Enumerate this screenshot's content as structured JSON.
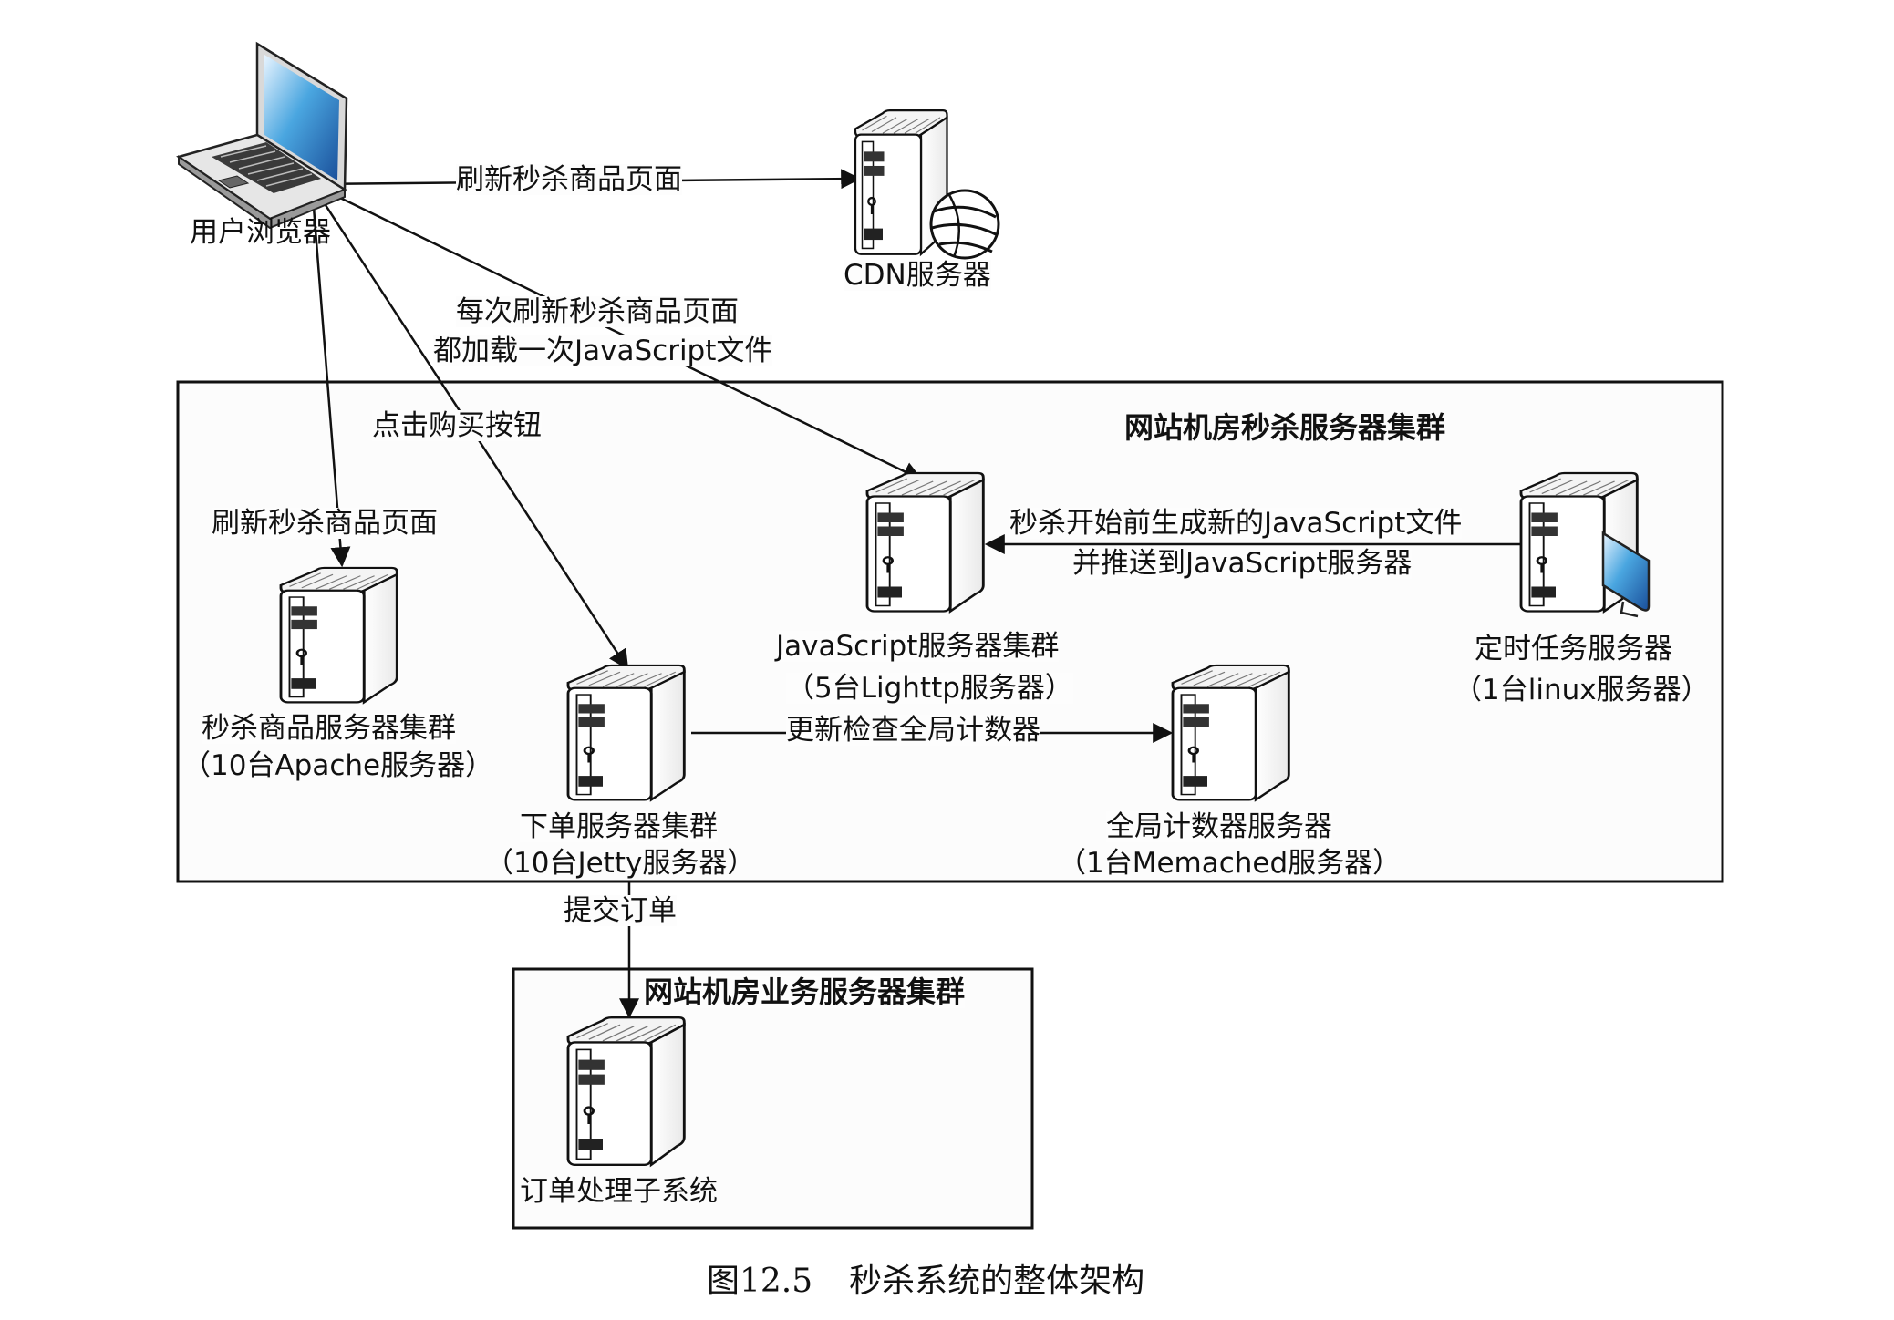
{
  "nodes": {
    "browser": {
      "label": "用户浏览器",
      "icon": "laptop-icon"
    },
    "cdn": {
      "label": "CDN服务器",
      "icon": "server-globe-icon"
    },
    "js_cluster": {
      "label": "JavaScript服务器集群",
      "sublabel": "（5台Lighttp服务器）",
      "icon": "server-icon"
    },
    "timer_server": {
      "label": "定时任务服务器",
      "sublabel": "（1台linux服务器）",
      "icon": "server-monitor-icon"
    },
    "apache_cluster": {
      "label": "秒杀商品服务器集群",
      "sublabel": "（10台Apache服务器）",
      "icon": "server-icon"
    },
    "order_cluster": {
      "label": "下单服务器集群",
      "sublabel": "（10台Jetty服务器）",
      "icon": "server-icon"
    },
    "counter_server": {
      "label": "全局计数器服务器",
      "sublabel": "（1台Memached服务器）",
      "icon": "server-icon"
    },
    "order_subsystem": {
      "label": "订单处理子系统",
      "icon": "server-icon"
    }
  },
  "groups": {
    "seckill_cluster": {
      "title": "网站机房秒杀服务器集群"
    },
    "business_cluster": {
      "title": "网站机房业务服务器集群"
    }
  },
  "edges": {
    "browser_to_cdn": {
      "label": "刷新秒杀商品页面"
    },
    "browser_to_js": {
      "line1": "每次刷新秒杀商品页面",
      "line2": "都加载一次JavaScript文件"
    },
    "browser_to_order": {
      "label": "点击购买按钮"
    },
    "browser_to_apache": {
      "label": "刷新秒杀商品页面"
    },
    "timer_to_js": {
      "line1": "秒杀开始前生成新的JavaScript文件",
      "line2": "并推送到JavaScript服务器"
    },
    "order_to_counter": {
      "label": "更新检查全局计数器"
    },
    "order_to_subsystem": {
      "label": "提交订单"
    }
  },
  "caption": {
    "figure": "图12.5",
    "title": "秒杀系统的整体架构"
  }
}
